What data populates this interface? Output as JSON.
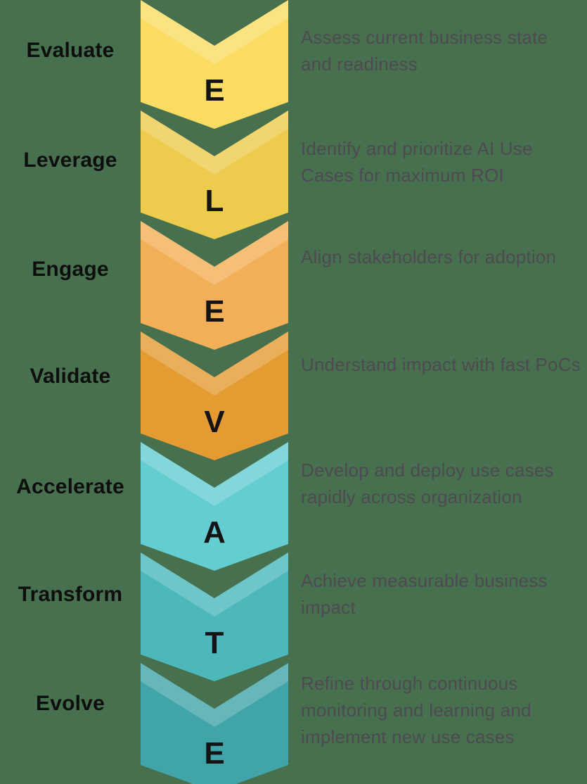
{
  "background_color": "#47714E",
  "text_colors": {
    "step_label": "#0E0E0E",
    "chevron_letter": "#141414",
    "description": "#4E4A52"
  },
  "steps": [
    {
      "label": "Evaluate",
      "letter": "E",
      "color": "#FADC62",
      "description": "Assess current business state and readiness"
    },
    {
      "label": "Leverage",
      "letter": "L",
      "color": "#EDCB4D",
      "description": "Identify and prioritize AI Use Cases for maximum ROI"
    },
    {
      "label": "Engage",
      "letter": "E",
      "color": "#F3AF57",
      "description": "Align stakeholders for adoption"
    },
    {
      "label": "Validate",
      "letter": "V",
      "color": "#E49B31",
      "description": "Understand  impact with fast PoCs"
    },
    {
      "label": "Accelerate",
      "letter": "A",
      "color": "#64CDD2",
      "description": "Develop and deploy use cases rapidly across organization"
    },
    {
      "label": "Transform",
      "letter": "T",
      "color": "#4CB8BC",
      "description": "Achieve measurable business impact"
    },
    {
      "label": "Evolve",
      "letter": "E",
      "color": "#40A4A9",
      "description": "Refine through continuous monitoring and learning and implement new use cases"
    }
  ]
}
